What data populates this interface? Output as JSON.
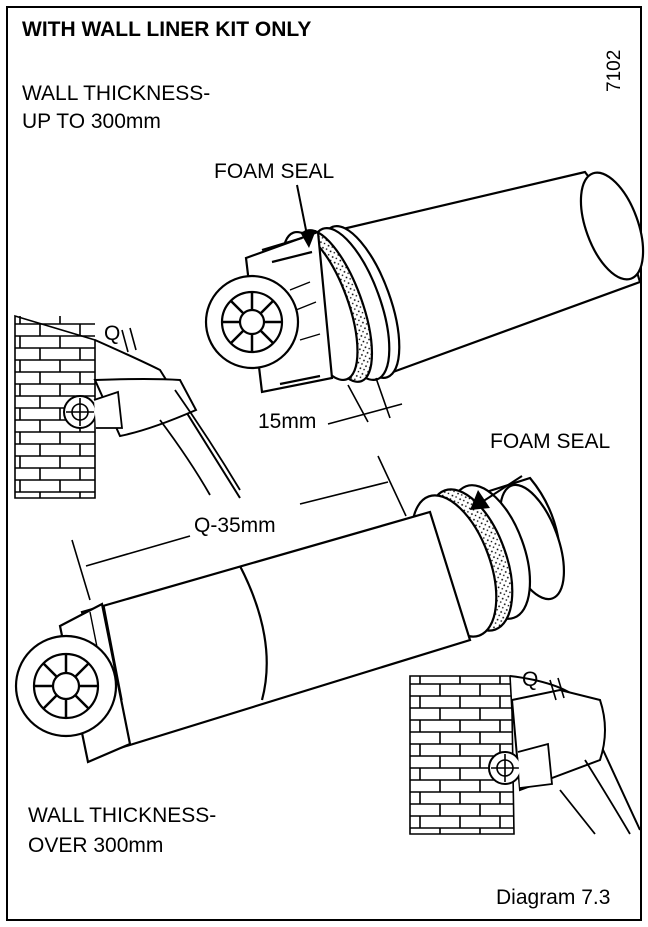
{
  "diagram": {
    "heading": "WITH WALL LINER KIT ONLY",
    "ref_code": "7102",
    "upper_section": {
      "wall_thickness_line1": "WALL THICKNESS-",
      "wall_thickness_line2": "UP TO 300mm",
      "foam_seal_label": "FOAM SEAL",
      "dimension_label": "15mm",
      "inset_label": "Q"
    },
    "lower_section": {
      "foam_seal_label": "FOAM SEAL",
      "dimension_label": "Q-35mm",
      "inset_label": "Q",
      "wall_thickness_line1": "WALL THICKNESS-",
      "wall_thickness_line2": "OVER 300mm"
    },
    "caption": "Diagram 7.3"
  }
}
